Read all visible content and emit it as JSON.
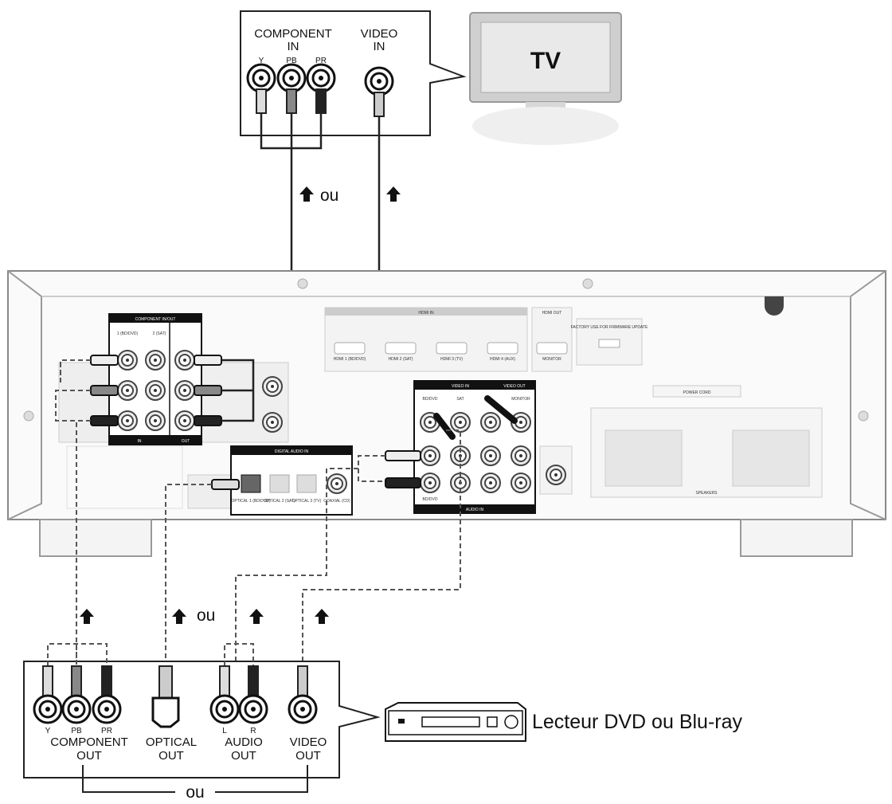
{
  "tv_panel": {
    "component_in_line1": "COMPONENT",
    "component_in_line2": "IN",
    "video_in_line1": "VIDEO",
    "video_in_line2": "IN",
    "jack_y": "Y",
    "jack_pb": "PB",
    "jack_pr": "PR"
  },
  "tv": {
    "label": "TV"
  },
  "top_connectors": {
    "or_text": "ou"
  },
  "receiver": {
    "component_header": "COMPONENT IN/OUT",
    "component_col1": "1 (BD/DVD)",
    "component_col2": "2 (SAT)",
    "component_in_label": "IN",
    "component_out_label": "OUT",
    "digital_header": "DIGITAL AUDIO IN",
    "optical1": "OPTICAL 1 (BD/DVD)",
    "optical2": "OPTICAL 2 (SAT)",
    "optical3": "OPTICAL 3 (TV)",
    "coaxial": "COAXIAL (CD)",
    "hdmi_header": "HDMI IN",
    "hdmi_out_header": "HDMI OUT",
    "hdmi_inputs": [
      "HDMI 1 (BD/DVD)",
      "HDMI 2 (SAT)",
      "HDMI 3 (TV)",
      "HDMI 4 (AUX)"
    ],
    "hdmi_out": "MONITOR",
    "usb_label": "FACTORY USE FOR FIRMWARE UPDATE",
    "video_in_header": "VIDEO IN",
    "video_out_header": "VIDEO OUT",
    "video_in_bd": "BD/DVD",
    "video_in_sat": "SAT",
    "video_out_monitor": "MONITOR",
    "audio_in_footer": "AUDIO IN",
    "audio_in_bd": "BD/DVD",
    "speakers_label": "SPEAKERS",
    "power_label": "POWER CORD"
  },
  "bottom_connectors": {
    "or_text": "ou"
  },
  "source_panel": {
    "jack_y": "Y",
    "jack_pb": "PB",
    "jack_pr": "PR",
    "jack_l": "L",
    "jack_r": "R",
    "component_out_line1": "COMPONENT",
    "component_out_line2": "OUT",
    "optical_out_line1": "OPTICAL",
    "optical_out_line2": "OUT",
    "audio_out_line1": "AUDIO",
    "audio_out_line2": "OUT",
    "video_out_line1": "VIDEO",
    "video_out_line2": "OUT",
    "bracket_or": "ou"
  },
  "dvd_player": {
    "label": "Lecteur DVD ou Blu-ray"
  }
}
